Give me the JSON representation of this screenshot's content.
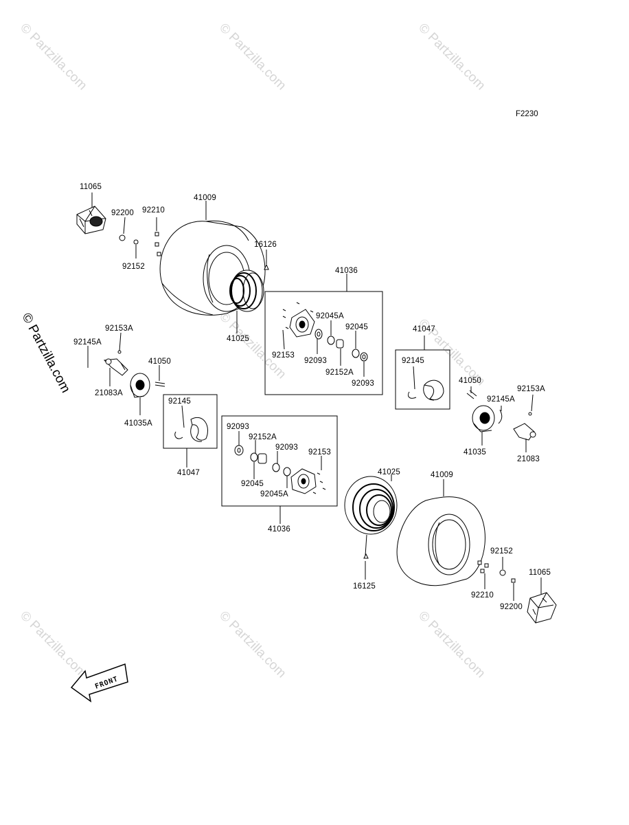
{
  "diagram": {
    "figure_code": "F2230",
    "front_label": "FRONT",
    "watermark": "© Partzilla.com",
    "side_watermark": "© Partzilla.com",
    "parts": {
      "p11065_top": "11065",
      "p92200_top": "92200",
      "p92210_top": "92210",
      "p92152_top": "92152",
      "p41009_top": "41009",
      "p16126": "16126",
      "p41025_top": "41025",
      "p41036_top": "41036",
      "p92045A_top": "92045A",
      "p92045_top": "92045",
      "p92153_top": "92153",
      "p92093_top_a": "92093",
      "p92152A_top": "92152A",
      "p92093_top_b": "92093",
      "p92153A_left": "92153A",
      "p92145A_left": "92145A",
      "p21083A": "21083A",
      "p41050_left": "41050",
      "p41035A": "41035A",
      "p92145_left": "92145",
      "p41047_left": "41047",
      "p41047_right": "41047",
      "p92145_right": "92145",
      "p41050_right": "41050",
      "p92145A_right": "92145A",
      "p92153A_right": "92153A",
      "p41035": "41035",
      "p21083": "21083",
      "p92093_bot_a": "92093",
      "p92152A_bot": "92152A",
      "p92093_bot_b": "92093",
      "p92153_bot": "92153",
      "p92045_bot": "92045",
      "p92045A_bot": "92045A",
      "p41036_bot": "41036",
      "p41025_bot": "41025",
      "p41009_bot": "41009",
      "p16125": "16125",
      "p92152_bot": "92152",
      "p92210_bot": "92210",
      "p92200_bot": "92200",
      "p11065_bot": "11065"
    }
  }
}
